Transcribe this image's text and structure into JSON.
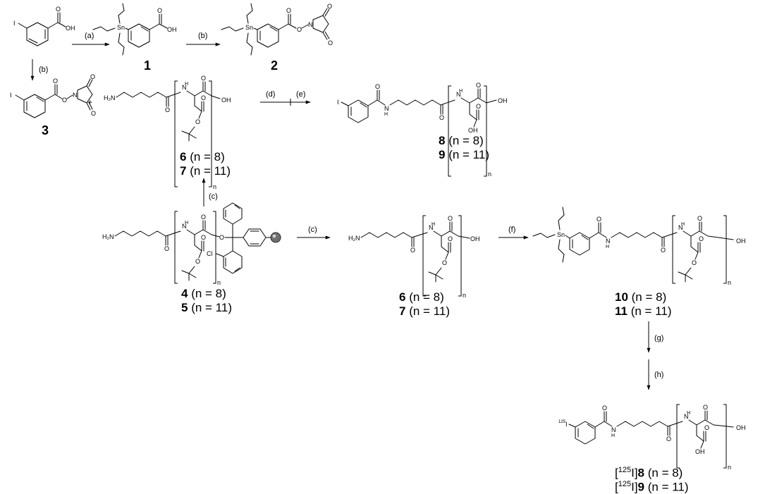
{
  "reagents": {
    "a": "(a)",
    "b1": "(b)",
    "b2": "(b)",
    "c1": "(c)",
    "c2": "(c)",
    "d": "(d)",
    "e": "(e)",
    "f": "(f)",
    "g": "(g)",
    "h": "(h)"
  },
  "atoms": {
    "I": "I",
    "OH": "OH",
    "O": "O",
    "Sn": "Sn",
    "N": "N",
    "H2N": "H₂N",
    "H": "H",
    "Cl": "Cl",
    "OHacid": "OH",
    "iso125": "125",
    "n": "n"
  },
  "compounds": {
    "c1": "1",
    "c2": "2",
    "c3": "3",
    "c6a": {
      "num": "6",
      "rest": " (n = 8)"
    },
    "c7a": {
      "num": "7",
      "rest": " (n = 11)"
    },
    "c8": {
      "num": "8",
      "rest": " (n = 8)"
    },
    "c9": {
      "num": "9",
      "rest": " (n = 11)"
    },
    "c4": {
      "num": "4",
      "rest": " (n = 8)"
    },
    "c5": {
      "num": "5",
      "rest": " (n = 11)"
    },
    "c6b": {
      "num": "6",
      "rest": " (n = 8)"
    },
    "c7b": {
      "num": "7",
      "rest": " (n = 11)"
    },
    "c10": {
      "num": "10",
      "rest": " (n = 8)"
    },
    "c11": {
      "num": "11",
      "rest": " (n = 11)"
    },
    "c8r": {
      "pre": "[",
      "iso": "125",
      "post": "I]",
      "num": "8",
      "rest": " (n = 8)"
    },
    "c9r": {
      "pre": "[",
      "iso": "125",
      "post": "I]",
      "num": "9",
      "rest": " (n = 11)"
    }
  },
  "plus": "+"
}
